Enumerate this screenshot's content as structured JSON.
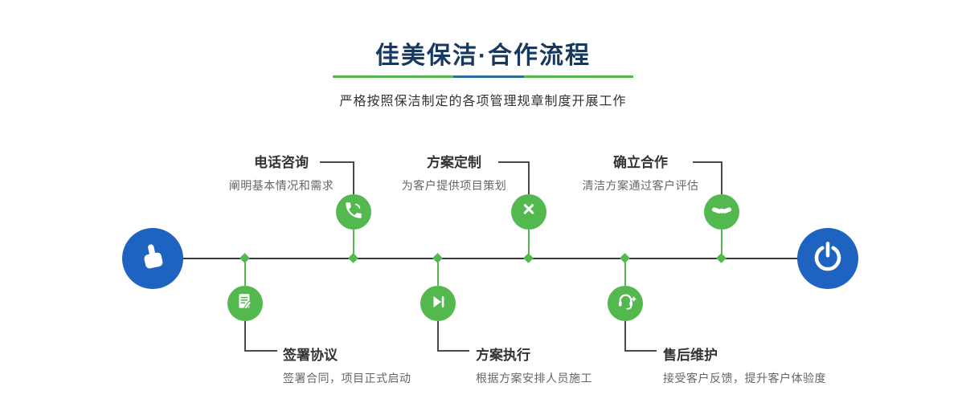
{
  "header": {
    "title": "佳美保洁·合作流程",
    "subtitle": "严格按照保洁制定的各项管理规章制度开展工作"
  },
  "colors": {
    "title_navy": "#17395f",
    "accent_green": "#53b84d",
    "accent_blue": "#1e63c0",
    "underline_blue": "#2c6aa0",
    "timeline_line": "#3a3a3a"
  },
  "timeline": {
    "start_icon": "pointing-hand-icon",
    "end_icon": "power-icon"
  },
  "steps_top": [
    {
      "title": "电话咨询",
      "desc": "阐明基本情况和需求",
      "icon": "phone-icon"
    },
    {
      "title": "方案定制",
      "desc": "为客户提供项目策划",
      "icon": "design-icon"
    },
    {
      "title": "确立合作",
      "desc": "清洁方案通过客户评估",
      "icon": "handshake-icon"
    }
  ],
  "steps_bottom": [
    {
      "title": "签署协议",
      "desc": "签署合同，项目正式启动",
      "icon": "contract-icon"
    },
    {
      "title": "方案执行",
      "desc": "根据方案安排人员施工",
      "icon": "execute-icon"
    },
    {
      "title": "售后维护",
      "desc": "接受客户反馈，提升客户体验度",
      "icon": "service-icon"
    }
  ]
}
